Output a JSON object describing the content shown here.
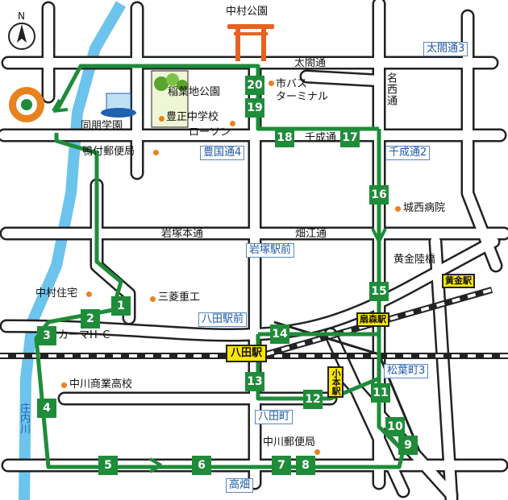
{
  "map": {
    "labels": {
      "north": "N",
      "nakamura_park": "中村公園",
      "taiko_dori": "太閤通",
      "city_bus_terminal": "市バス\nターミナル",
      "meisai_dori": "名西通",
      "inaba_park": "稲葉地公園",
      "houmei_school": "同朋学園",
      "housei_jhs": "豊正中学校",
      "lawson": "ローソン",
      "kamotsuke_po": "鴨付郵便局",
      "senjo_dori": "千成通",
      "josai_hospital": "城西病院",
      "iwatsuka_hondori": "岩塚本通",
      "hatae_dori": "畑江通",
      "koganerikukyo": "黄金陸橋",
      "nakamura_jutaku": "中村住宅",
      "mitsubishi": "三菱重工",
      "kama_hc": "カーマH･C",
      "nakagawa_hs": "中川商業高校",
      "nakagawa_po": "中川郵便局",
      "shonai_river": "庄内川"
    },
    "stops": {
      "taikodori3": "太閤通3",
      "toyokunidori4": "豊国通4",
      "senjodori2": "千成通2",
      "iwatsuka_ekimae": "岩塚駅前",
      "hatta_ekimae": "八田駅前",
      "matsubacho3": "松葉町3",
      "hattacho": "八田町",
      "takabata": "高畑"
    },
    "stations": {
      "hatta": "八田駅",
      "ogimori": "扇森駅",
      "kogane": "黄金駅",
      "komoto": "小本駅"
    },
    "route_numbers": [
      "1",
      "2",
      "3",
      "4",
      "5",
      "6",
      "7",
      "8",
      "9",
      "10",
      "11",
      "12",
      "13",
      "14",
      "15",
      "16",
      "17",
      "18",
      "19",
      "20"
    ],
    "colors": {
      "road": "#ffffff",
      "road_outline": "#222222",
      "route": "#1f8c3a",
      "river": "#6cc4ec",
      "station_fill": "#ffe600",
      "torii": "#e8621e",
      "poi_dot": "#e8821e",
      "stop_text": "#1e5aa8"
    },
    "icons": [
      "compass-icon",
      "torii-icon",
      "building-icon",
      "park-icon",
      "target-icon",
      "arrow-icon"
    ]
  }
}
